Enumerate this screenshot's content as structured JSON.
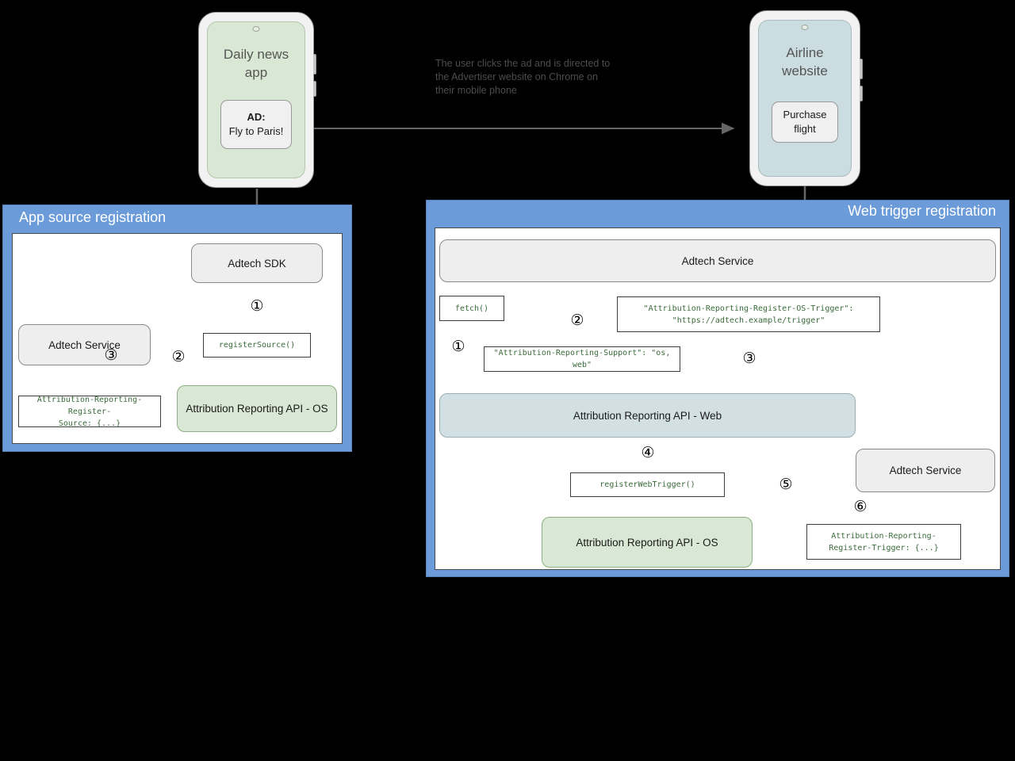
{
  "colors": {
    "panel_blue": "#6b9bd9",
    "node_grey": "#eeeeee",
    "node_green": "#d9e8d4",
    "node_blue": "#d2e0e3",
    "code_text": "#3a6b3a",
    "background": "#000000"
  },
  "phones": {
    "left": {
      "title": "Daily news\napp",
      "ad_label": "AD:",
      "ad_text": "Fly to Paris!"
    },
    "right": {
      "title": "Airline\nwebsite",
      "cta_line1": "Purchase",
      "cta_line2": "flight"
    }
  },
  "caption": "The user clicks the ad and is directed to\nthe Advertiser website on Chrome on\ntheir mobile phone",
  "left_panel": {
    "header": "App source registration",
    "nodes": {
      "sdk": "Adtech SDK",
      "service": "Adtech Service",
      "os_api": "Attribution Reporting API - OS"
    },
    "code": {
      "register_source": "registerSource()",
      "header_register_source": "Attribution-Reporting-Register-\nSource: {...}"
    },
    "steps": [
      "①",
      "②",
      "③"
    ]
  },
  "right_panel": {
    "header": "Web trigger registration",
    "nodes": {
      "service_top": "Adtech Service",
      "web_api": "Attribution Reporting API - Web",
      "os_api": "Attribution Reporting API - OS",
      "service_bottom": "Adtech Service"
    },
    "code": {
      "fetch": "fetch()",
      "support_header": "\"Attribution-Reporting-Support\": \"os, web\"",
      "os_trigger_header": "\"Attribution-Reporting-Register-OS-Trigger\":\n\"https://adtech.example/trigger\"",
      "register_web_trigger": "registerWebTrigger()",
      "register_trigger_header": "Attribution-Reporting-\nRegister-Trigger: {...}"
    },
    "steps": [
      "①",
      "②",
      "③",
      "④",
      "⑤",
      "⑥"
    ]
  }
}
